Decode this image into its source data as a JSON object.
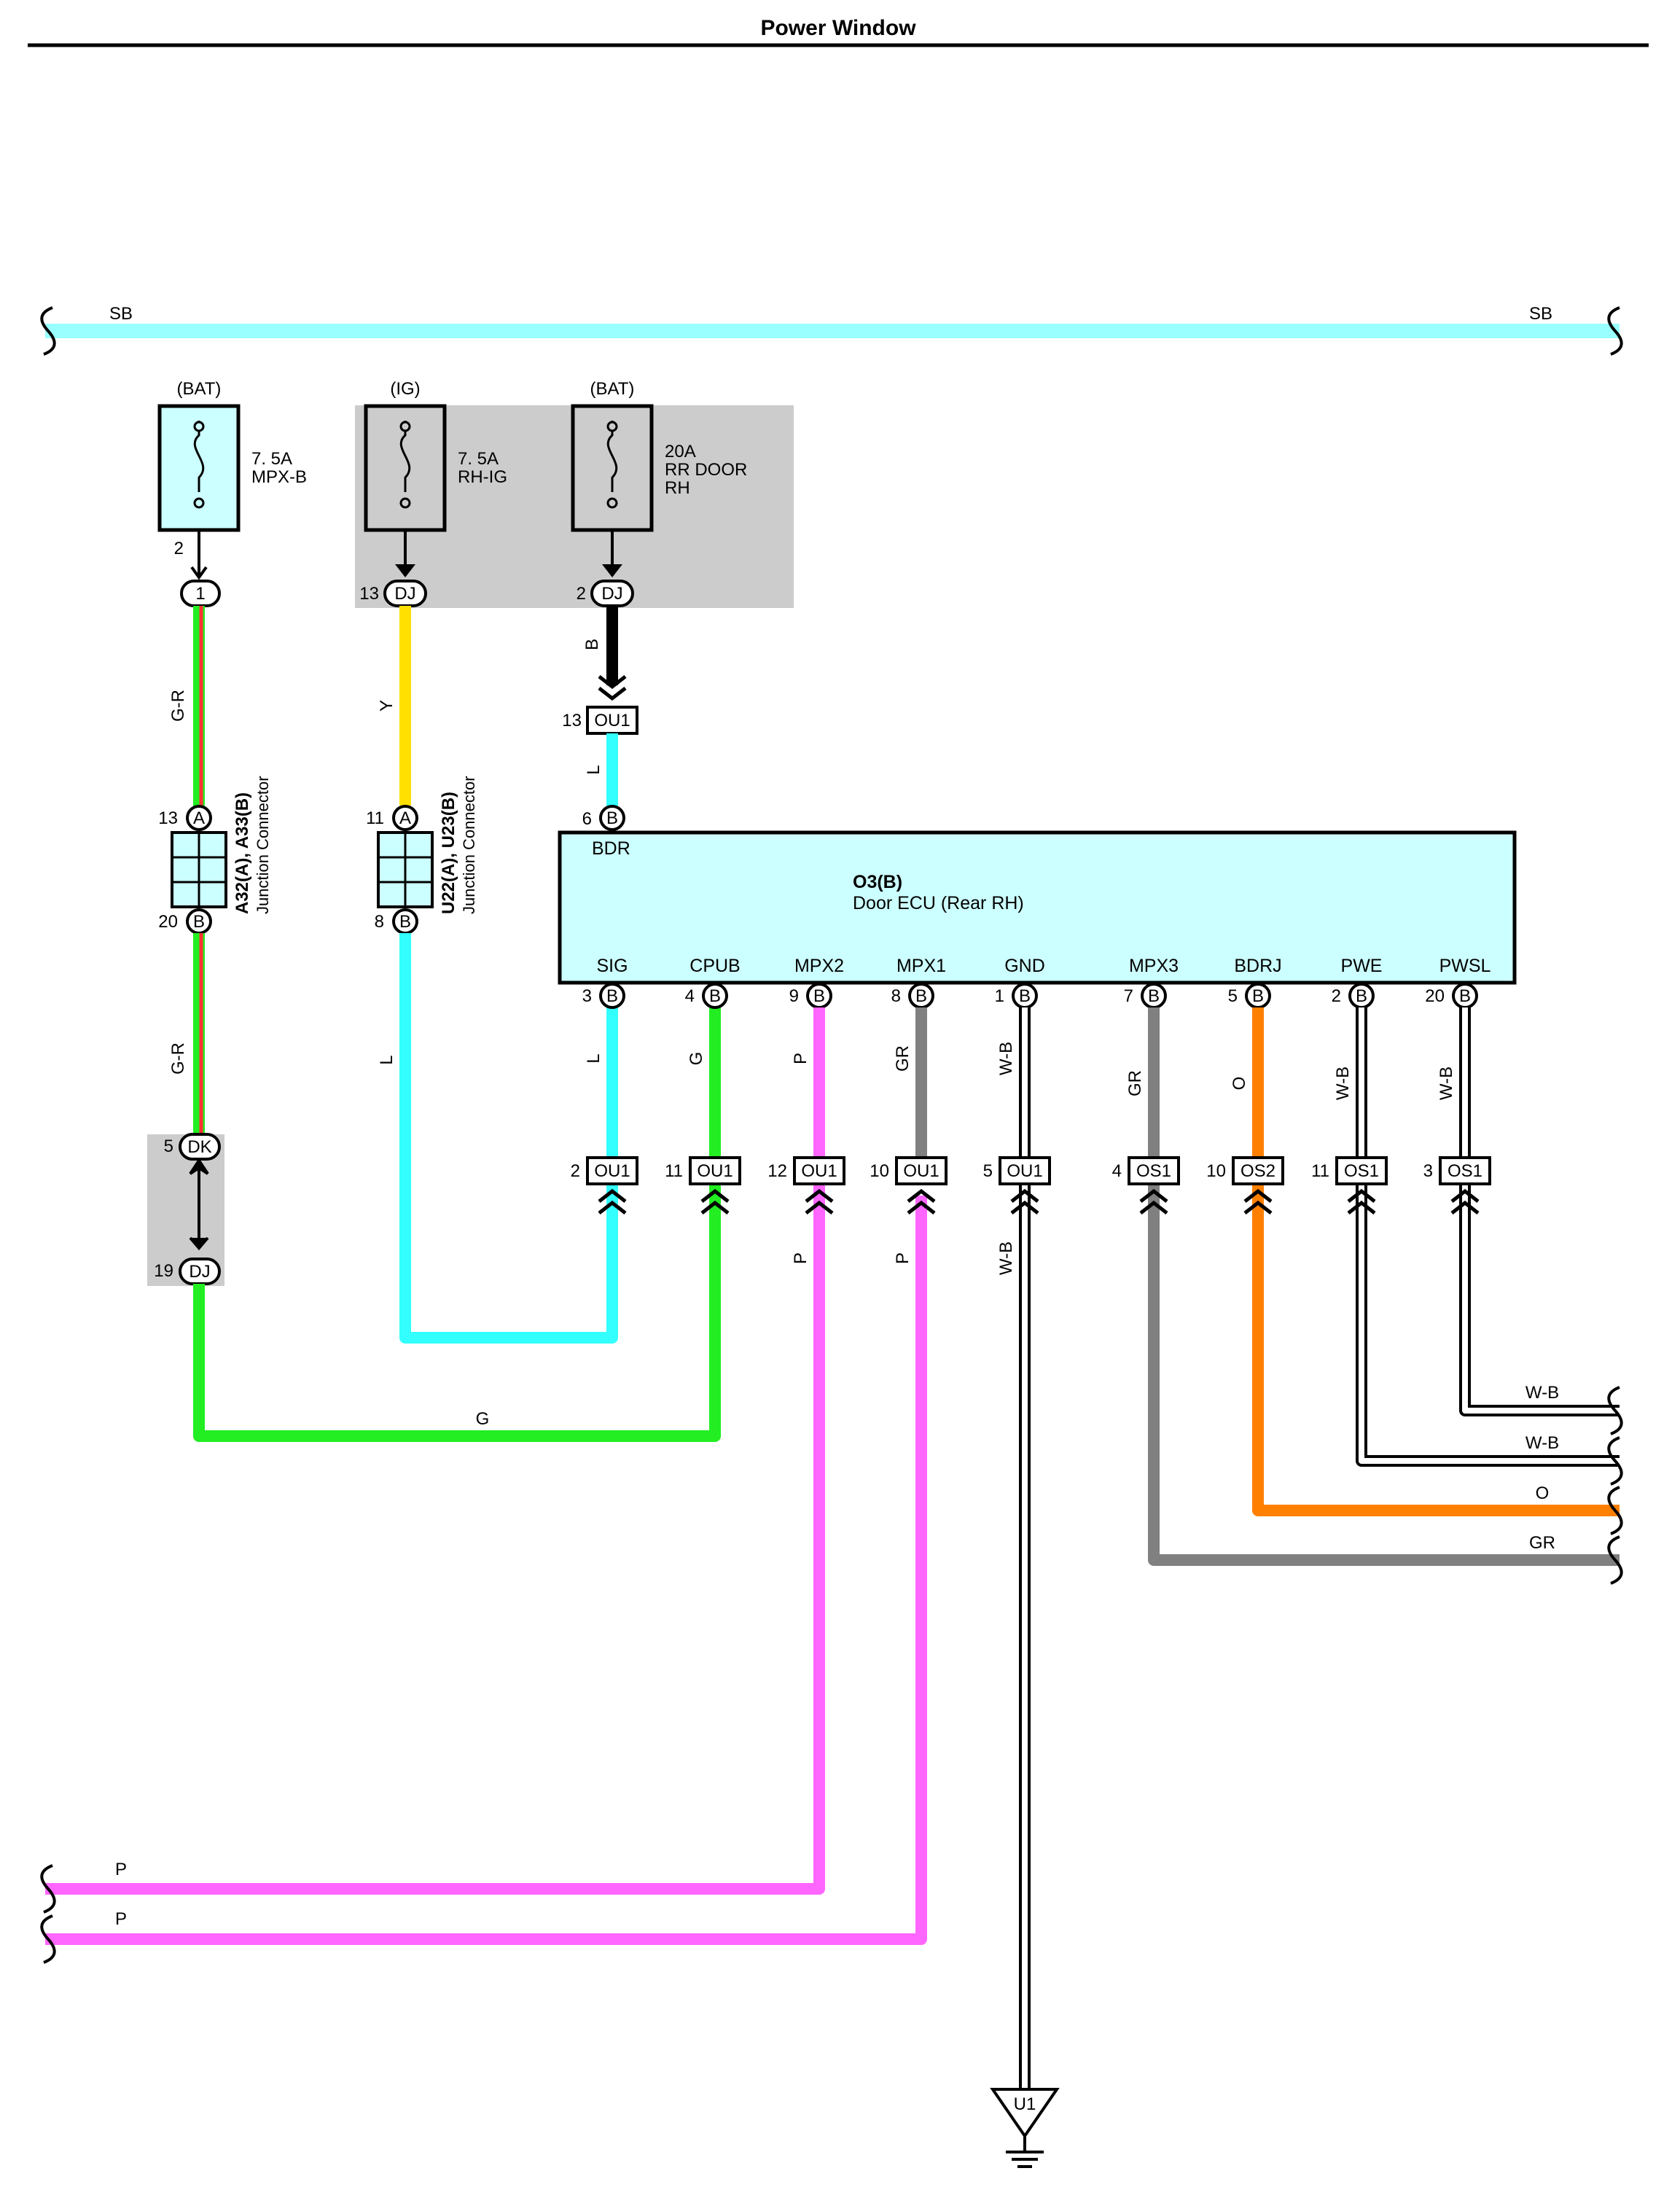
{
  "page": {
    "title": "Power Window"
  },
  "colors": {
    "SB": "#99ffff",
    "L": "#33ffff",
    "Y": "#ffe000",
    "G": "#22ee22",
    "R": "#ff3333",
    "P": "#ff66ff",
    "GR": "#808080",
    "O": "#ff8000",
    "B": "#000000",
    "W": "#ffffff",
    "ecu_fill": "#ccffff",
    "fuse_fill": "#ccffff",
    "shade": "#cccccc"
  },
  "bus": {
    "left_label": "SB",
    "right_label": "SB"
  },
  "fuses": [
    {
      "source": "(BAT)",
      "rating": "7. 5A",
      "name": "MPX-B",
      "name2": "",
      "out_pin": "2",
      "conn_pin": "",
      "conn": "1"
    },
    {
      "source": "(IG)",
      "rating": "7. 5A",
      "name": "RH-IG",
      "name2": "",
      "out_pin": "",
      "conn_pin": "13",
      "conn": "DJ"
    },
    {
      "source": "(BAT)",
      "rating": "20A",
      "name": "RR DOOR",
      "name2": "RH",
      "out_pin": "",
      "conn_pin": "2",
      "conn": "DJ"
    }
  ],
  "junctions": [
    {
      "name": "A32(A), A33(B)",
      "desc": "Junction Connector",
      "top_pin": "13",
      "top_conn": "A",
      "bot_pin": "20",
      "bot_conn": "B"
    },
    {
      "name": "U22(A), U23(B)",
      "desc": "Junction Connector",
      "top_pin": "11",
      "top_conn": "A",
      "bot_pin": "8",
      "bot_conn": "B"
    }
  ],
  "wire_labels": {
    "fuse1_out": "G-R",
    "fuse1_mid": "G-R",
    "fuse2_out": "Y",
    "fuse2_mid": "L",
    "fuse3_out": "B",
    "fuse3_ecu": "L",
    "bottom_g": "G"
  },
  "inline_connectors": {
    "ou1_top": {
      "pin": "13",
      "conn": "OU1"
    },
    "dk": {
      "pin": "5",
      "conn": "DK"
    },
    "dj": {
      "pin": "19",
      "conn": "DJ"
    }
  },
  "ecu": {
    "name": "O3(B)",
    "desc": "Door ECU (Rear RH)",
    "top_terminal": "BDR",
    "top_pin": "6",
    "top_conn": "B",
    "terminals": [
      {
        "label": "SIG",
        "pin": "3",
        "conn": "B",
        "wire_up": "L",
        "wire_down": "",
        "bottom_pin": "2",
        "bottom_conn": "OU1"
      },
      {
        "label": "CPUB",
        "pin": "4",
        "conn": "B",
        "wire_up": "G",
        "wire_down": "",
        "bottom_pin": "11",
        "bottom_conn": "OU1"
      },
      {
        "label": "MPX2",
        "pin": "9",
        "conn": "B",
        "wire_up": "P",
        "wire_down": "P",
        "bottom_pin": "12",
        "bottom_conn": "OU1"
      },
      {
        "label": "MPX1",
        "pin": "8",
        "conn": "B",
        "wire_up": "GR",
        "wire_down": "P",
        "bottom_pin": "10",
        "bottom_conn": "OU1"
      },
      {
        "label": "GND",
        "pin": "1",
        "conn": "B",
        "wire_up": "W-B",
        "wire_down": "W-B",
        "bottom_pin": "5",
        "bottom_conn": "OU1"
      },
      {
        "label": "MPX3",
        "pin": "7",
        "conn": "B",
        "wire_up": "GR",
        "wire_down": "",
        "bottom_pin": "4",
        "bottom_conn": "OS1"
      },
      {
        "label": "BDRJ",
        "pin": "5",
        "conn": "B",
        "wire_up": "O",
        "wire_down": "",
        "bottom_pin": "10",
        "bottom_conn": "OS2"
      },
      {
        "label": "PWE",
        "pin": "2",
        "conn": "B",
        "wire_up": "W-B",
        "wire_down": "",
        "bottom_pin": "11",
        "bottom_conn": "OS1"
      },
      {
        "label": "PWSL",
        "pin": "20",
        "conn": "B",
        "wire_up": "W-B",
        "wire_down": "",
        "bottom_pin": "3",
        "bottom_conn": "OS1"
      }
    ]
  },
  "right_exits": [
    {
      "label": "W-B"
    },
    {
      "label": "W-B"
    },
    {
      "label": "O"
    },
    {
      "label": "GR"
    }
  ],
  "left_exits": [
    {
      "label": "P"
    },
    {
      "label": "P"
    }
  ],
  "ground": {
    "label": "U1"
  }
}
